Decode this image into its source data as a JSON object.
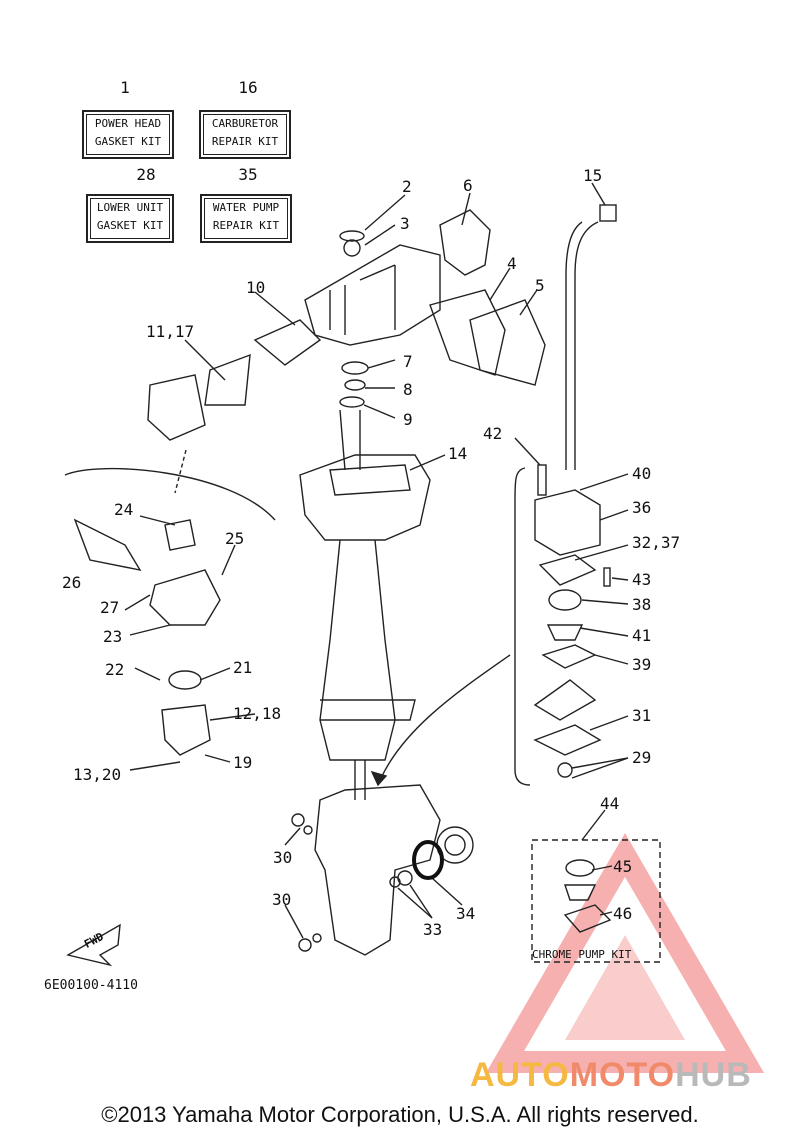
{
  "kits": [
    {
      "num": "1",
      "line1": "POWER HEAD",
      "line2": "GASKET KIT"
    },
    {
      "num": "16",
      "line1": "CARBURETOR",
      "line2": "REPAIR KIT"
    },
    {
      "num": "28",
      "line1": "LOWER UNIT",
      "line2": "GASKET KIT"
    },
    {
      "num": "35",
      "line1": "WATER PUMP",
      "line2": "REPAIR KIT"
    }
  ],
  "callouts": {
    "c2": "2",
    "c3": "3",
    "c6": "6",
    "c4": "4",
    "c5": "5",
    "c10": "10",
    "c11_17": "11,17",
    "c7": "7",
    "c8": "8",
    "c9": "9",
    "c15": "15",
    "c14": "14",
    "c42": "42",
    "c40": "40",
    "c36": "36",
    "c32_37": "32,37",
    "c43": "43",
    "c38": "38",
    "c41": "41",
    "c39": "39",
    "c31": "31",
    "c29": "29",
    "c24": "24",
    "c25": "25",
    "c26": "26",
    "c27": "27",
    "c23": "23",
    "c22": "22",
    "c21": "21",
    "c12_18": "12,18",
    "c19": "19",
    "c13_20": "13,20",
    "c44": "44",
    "c45": "45",
    "c46": "46",
    "c30a": "30",
    "c30b": "30",
    "c34": "34",
    "c33": "33"
  },
  "fwd_label": "FWD",
  "chrome_kit_label": "CHROME PUMP KIT",
  "diagram_code": "6E00100-4110",
  "brand": {
    "part1": "AUTO",
    "part2": "MOTO",
    "part3": "HUB"
  },
  "copyright": "©2013 Yamaha Motor Corporation, U.S.A. All rights reserved.",
  "colors": {
    "line": "#222222",
    "watermark": "#f08a8a",
    "brand_yellow": "#f5b841",
    "brand_grey": "#b9b9b9"
  }
}
